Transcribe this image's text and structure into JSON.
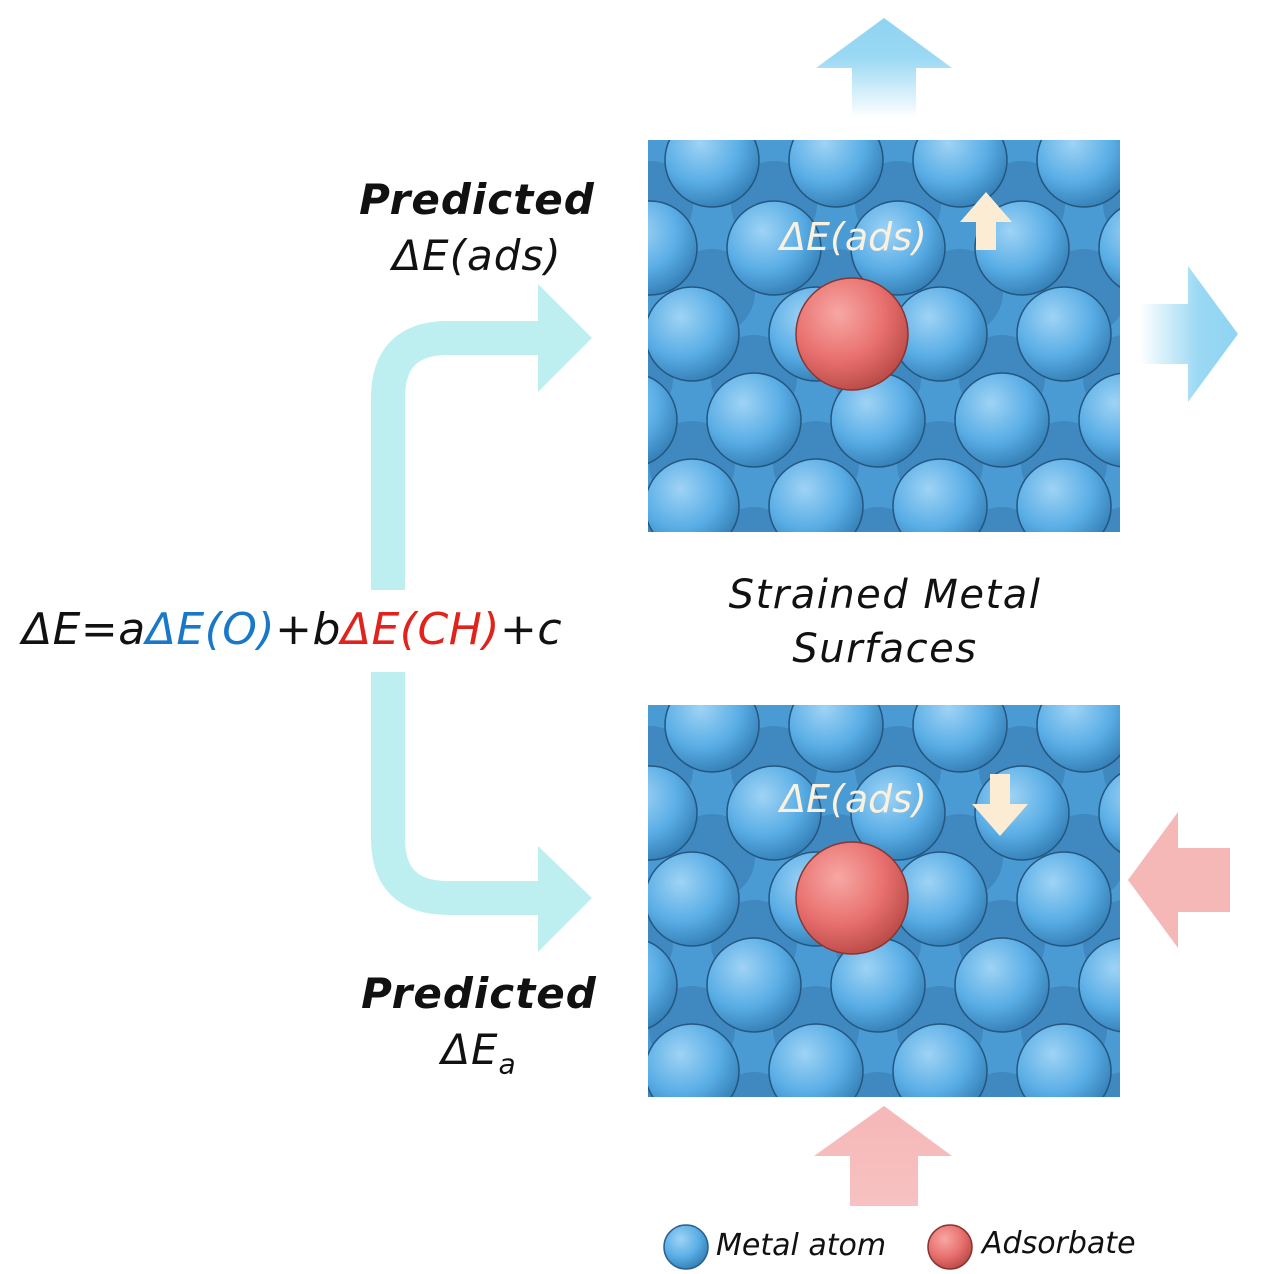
{
  "labels": {
    "predicted_top": "Predicted",
    "predicted_top_quantity": "ΔE(ads)",
    "predicted_bottom": "Predicted",
    "predicted_bottom_quantity": "ΔE",
    "predicted_bottom_subscript": "a",
    "surface_title_line1": "Strained Metal",
    "surface_title_line2": "Surfaces",
    "top_panel_label": "ΔE(ads)",
    "bottom_panel_label": "ΔE(ads)"
  },
  "equation": {
    "lhs": "ΔE=a",
    "term_o": "ΔE(O)",
    "mid": "+b",
    "term_ch": "ΔE(CH)",
    "tail": "+c"
  },
  "legend": {
    "metal_label": "Metal atom",
    "adsorbate_label": "Adsorbate"
  },
  "colors": {
    "metal": "#5aaee6",
    "adsorbate": "#e8706e",
    "tensile_arrow": "#8fd4f2",
    "compressive_arrow": "#f6b7b7",
    "flow_arrow": "#bdeef0",
    "eq_blue": "#1a78c8",
    "eq_red": "#e0231c"
  },
  "icons": {
    "top_shift": "arrow-up-icon",
    "bottom_shift": "arrow-down-icon"
  }
}
